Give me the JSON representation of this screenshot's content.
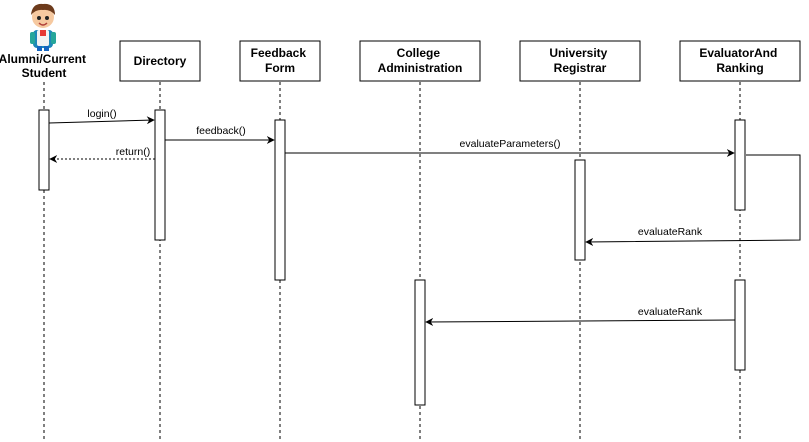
{
  "diagram": {
    "type": "sequence",
    "actor": {
      "label_lines": [
        "Alumni/Current",
        "Student"
      ]
    },
    "participants": [
      {
        "id": "directory",
        "label_lines": [
          "Directory"
        ]
      },
      {
        "id": "feedback",
        "label_lines": [
          "Feedback",
          "Form"
        ]
      },
      {
        "id": "college",
        "label_lines": [
          "College",
          "Administration"
        ]
      },
      {
        "id": "registrar",
        "label_lines": [
          "University",
          "Registrar"
        ]
      },
      {
        "id": "evaluator",
        "label_lines": [
          "EvaluatorAnd",
          "Ranking"
        ]
      }
    ],
    "messages": [
      {
        "from": "actor",
        "to": "directory",
        "label": "login()",
        "style": "solid"
      },
      {
        "from": "directory",
        "to": "feedback",
        "label": "feedback()",
        "style": "solid"
      },
      {
        "from": "directory",
        "to": "actor",
        "label": "return()",
        "style": "dashed"
      },
      {
        "from": "feedback",
        "to": "evaluator",
        "label": "evaluateParameters()",
        "style": "solid"
      },
      {
        "from": "evaluator",
        "to": "registrar",
        "label": "evaluateRank",
        "style": "solid"
      },
      {
        "from": "evaluator",
        "to": "college",
        "label": "evaluateRank",
        "style": "solid"
      }
    ],
    "colors": {
      "stroke": "#000000",
      "background": "#ffffff"
    }
  }
}
